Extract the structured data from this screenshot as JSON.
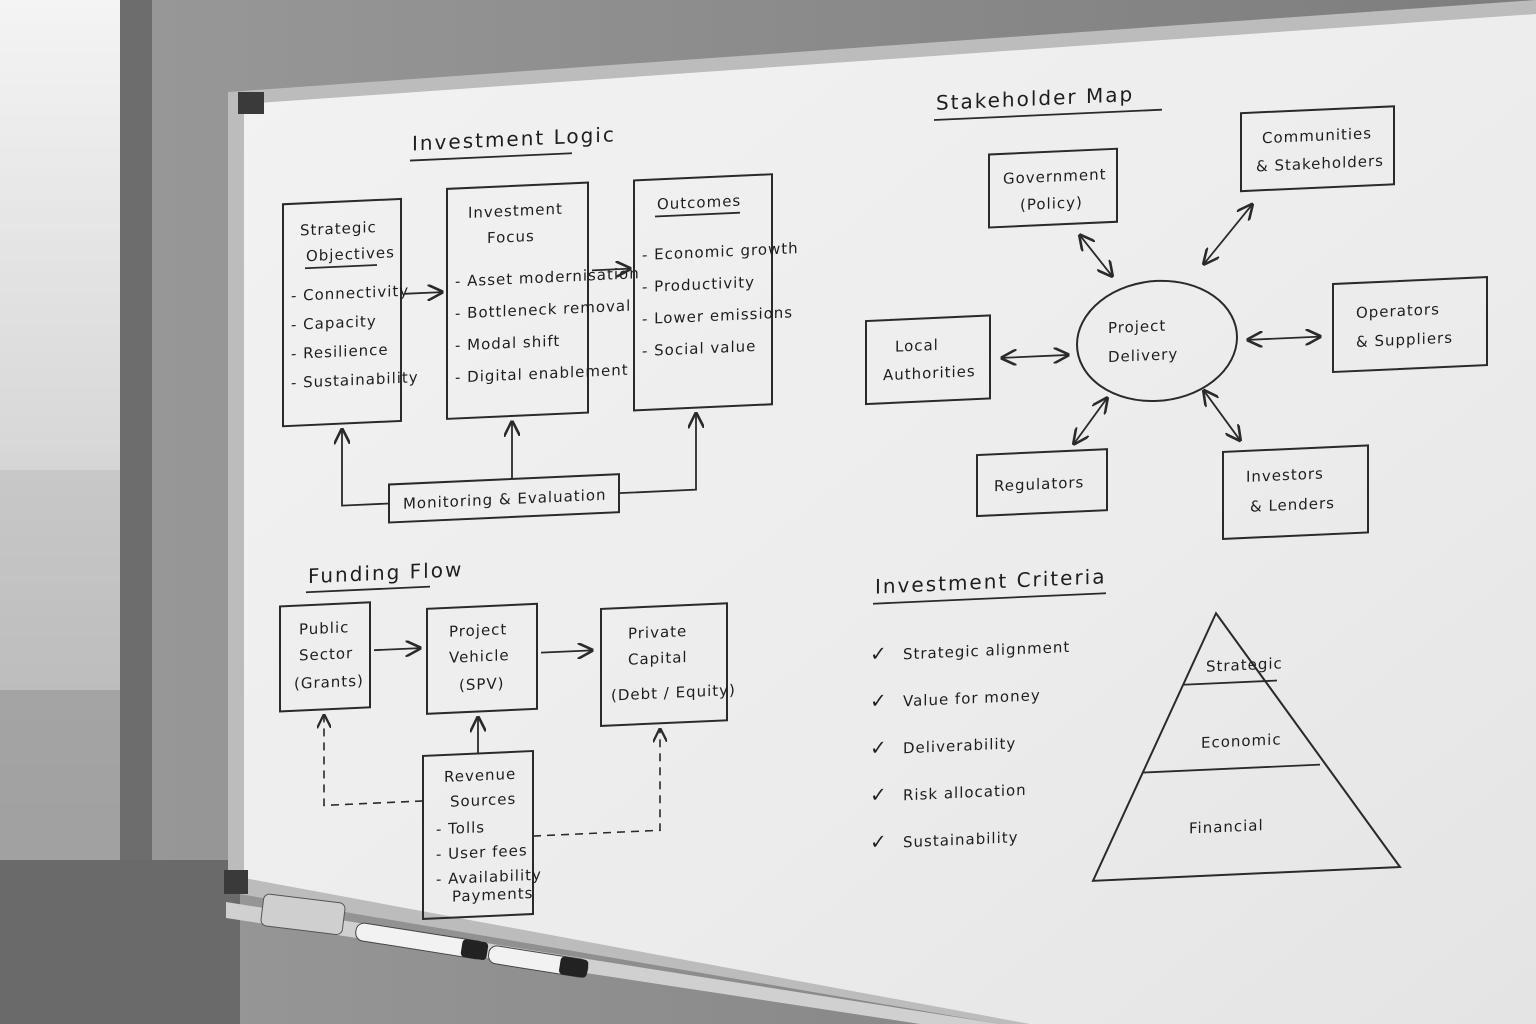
{
  "investment_logic": {
    "title": "Investment Logic",
    "strategic_objectives": {
      "title_line1": "Strategic",
      "title_line2": "Objectives",
      "items": [
        "- Connectivity",
        "- Capacity",
        "- Resilience",
        "- Sustainability"
      ]
    },
    "investment_focus": {
      "title_line1": "Investment",
      "title_line2": "Focus",
      "items": [
        "- Asset modernisation",
        "- Bottleneck removal",
        "- Modal shift",
        "- Digital enablement"
      ]
    },
    "outcomes": {
      "title": "Outcomes",
      "items": [
        "- Economic growth",
        "- Productivity",
        "- Lower emissions",
        "- Social value"
      ]
    },
    "monitoring": "Monitoring & Evaluation"
  },
  "funding_flow": {
    "title": "Funding Flow",
    "public_sector": [
      "Public",
      "Sector",
      "(Grants)"
    ],
    "project_vehicle": [
      "Project",
      "Vehicle",
      "(SPV)"
    ],
    "private_capital": [
      "Private",
      "Capital",
      "(Debt / Equity)"
    ],
    "revenue_sources": {
      "title_line1": "Revenue",
      "title_line2": "Sources",
      "items": [
        "- Tolls",
        "- User fees",
        "- Availability",
        "Payments"
      ]
    }
  },
  "stakeholder_map": {
    "title": "Stakeholder Map",
    "center": [
      "Project",
      "Delivery"
    ],
    "government": [
      "Government",
      "(Policy)"
    ],
    "communities": [
      "Communities",
      "& Stakeholders"
    ],
    "operators": [
      "Operators",
      "& Suppliers"
    ],
    "local": [
      "Local",
      "Authorities"
    ],
    "regulators": "Regulators",
    "investors": [
      "Investors",
      "& Lenders"
    ]
  },
  "investment_criteria": {
    "title": "Investment Criteria",
    "check_glyph": "✓",
    "items": [
      "Strategic alignment",
      "Value for money",
      "Deliverability",
      "Risk allocation",
      "Sustainability"
    ],
    "pyramid": [
      "Strategic",
      "Economic",
      "Financial"
    ]
  }
}
